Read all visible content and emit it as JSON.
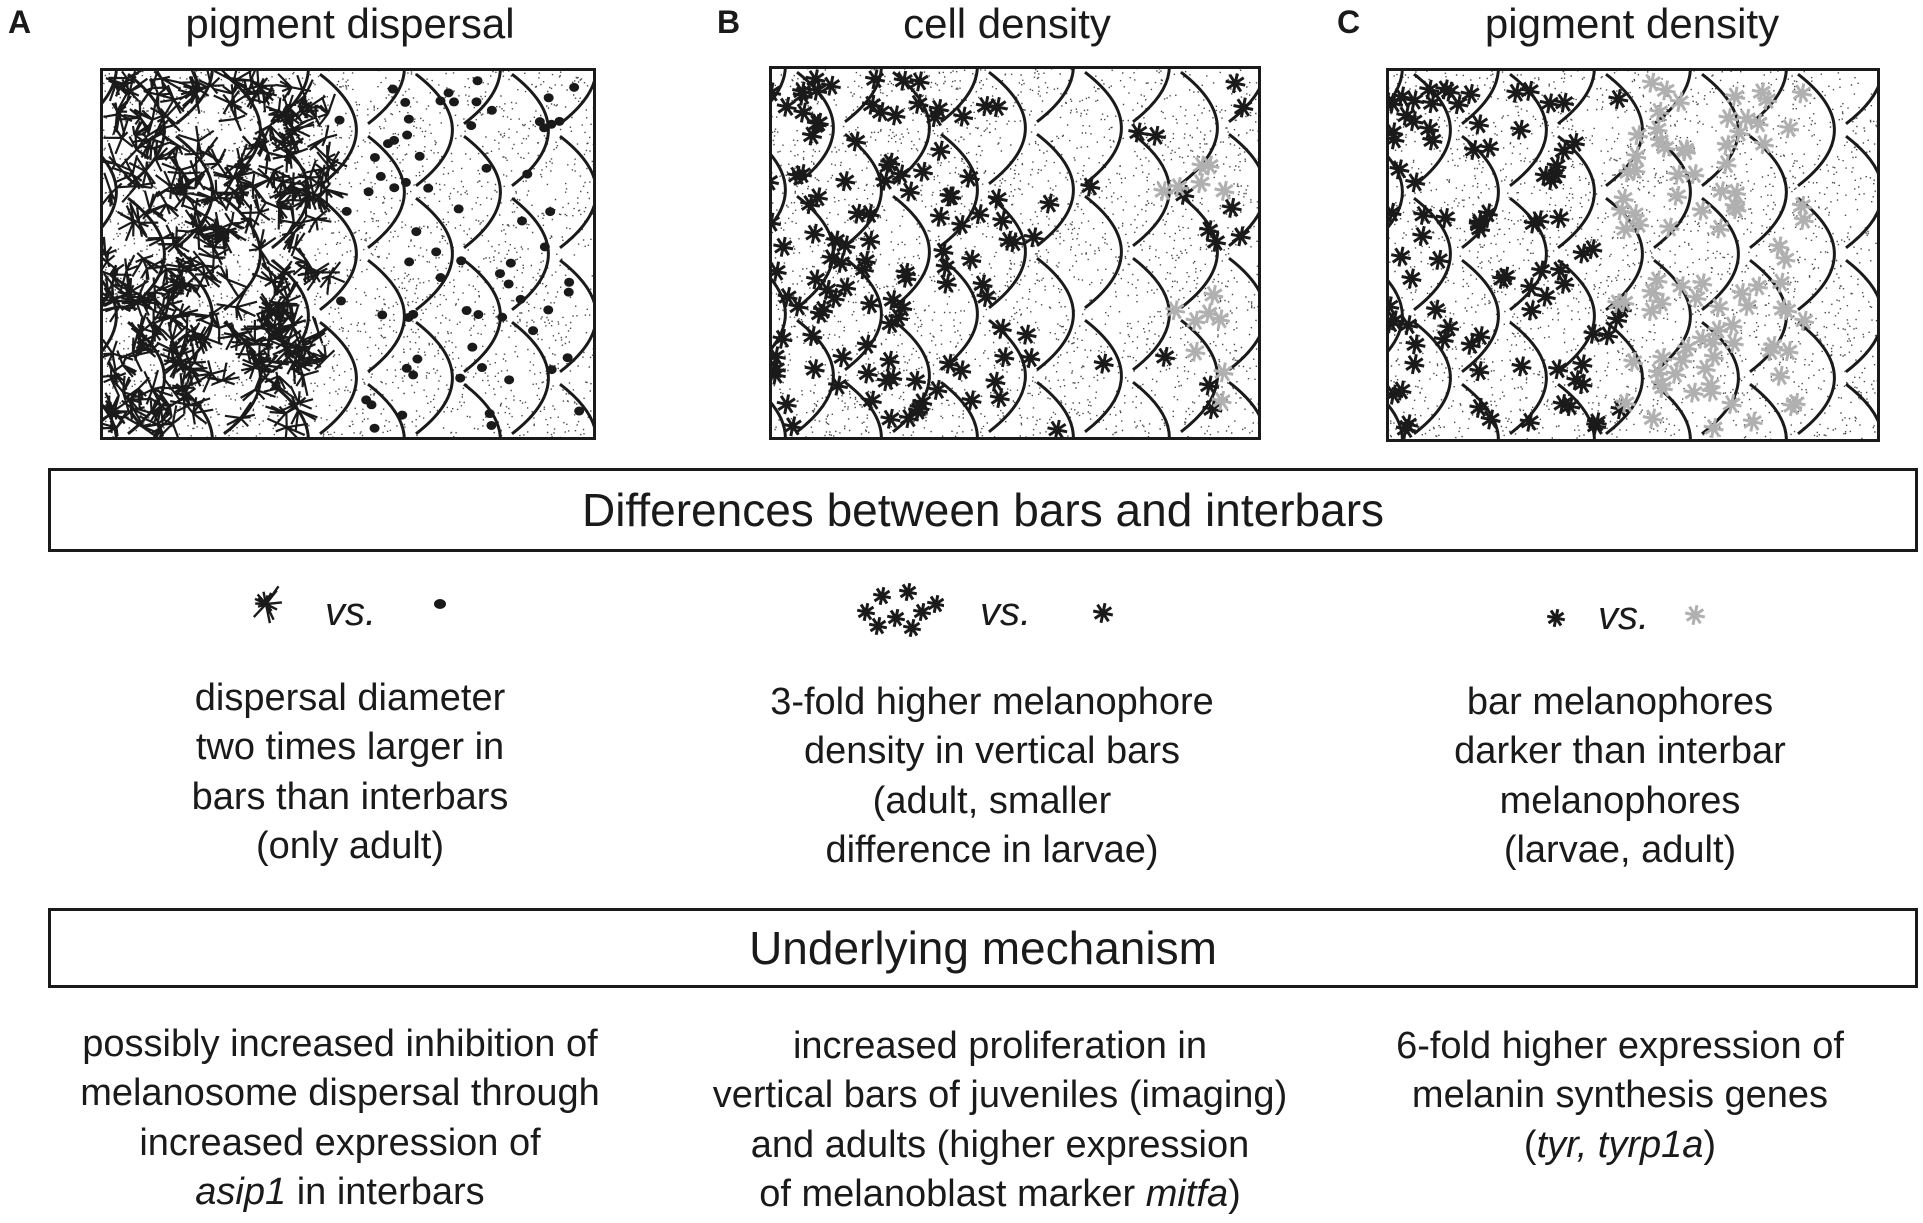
{
  "panels": [
    {
      "label": "A",
      "title": "pigment dispersal"
    },
    {
      "label": "B",
      "title": "cell density"
    },
    {
      "label": "C",
      "title": "pigment density"
    }
  ],
  "banner_differences": "Differences between bars and interbars",
  "banner_mechanism": "Underlying mechanism",
  "vs_text": "vs.",
  "differences": [
    [
      "dispersal diameter",
      "two times larger in",
      "bars than interbars",
      "(only adult)"
    ],
    [
      "3-fold higher melanophore",
      "density in vertical bars",
      "(adult, smaller",
      "difference in larvae)"
    ],
    [
      "bar melanophores",
      "darker than interbar",
      "melanophores",
      "(larvae, adult)"
    ]
  ],
  "mechanisms": {
    "a": {
      "l1": "possibly increased inhibition of",
      "l2": "melanosome dispersal through",
      "l3": "increased expression of",
      "l4_it": "asip1",
      "l4_rest": " in interbars"
    },
    "b": {
      "l1": "increased proliferation in",
      "l2": "vertical bars of juveniles (imaging)",
      "l3": "and adults (higher expression",
      "l4_pre": "of melanoblast marker ",
      "l4_it": "mitfa",
      "l4_post": ")"
    },
    "c": {
      "l1": "6-fold higher expression of",
      "l2": "melanin synthesis genes",
      "l3_pre": "(",
      "l3_it": "tyr, tyrp1a",
      "l3_post": ")"
    }
  },
  "colors": {
    "ink": "#1a1a1a",
    "grey": "#b0b0b0"
  }
}
